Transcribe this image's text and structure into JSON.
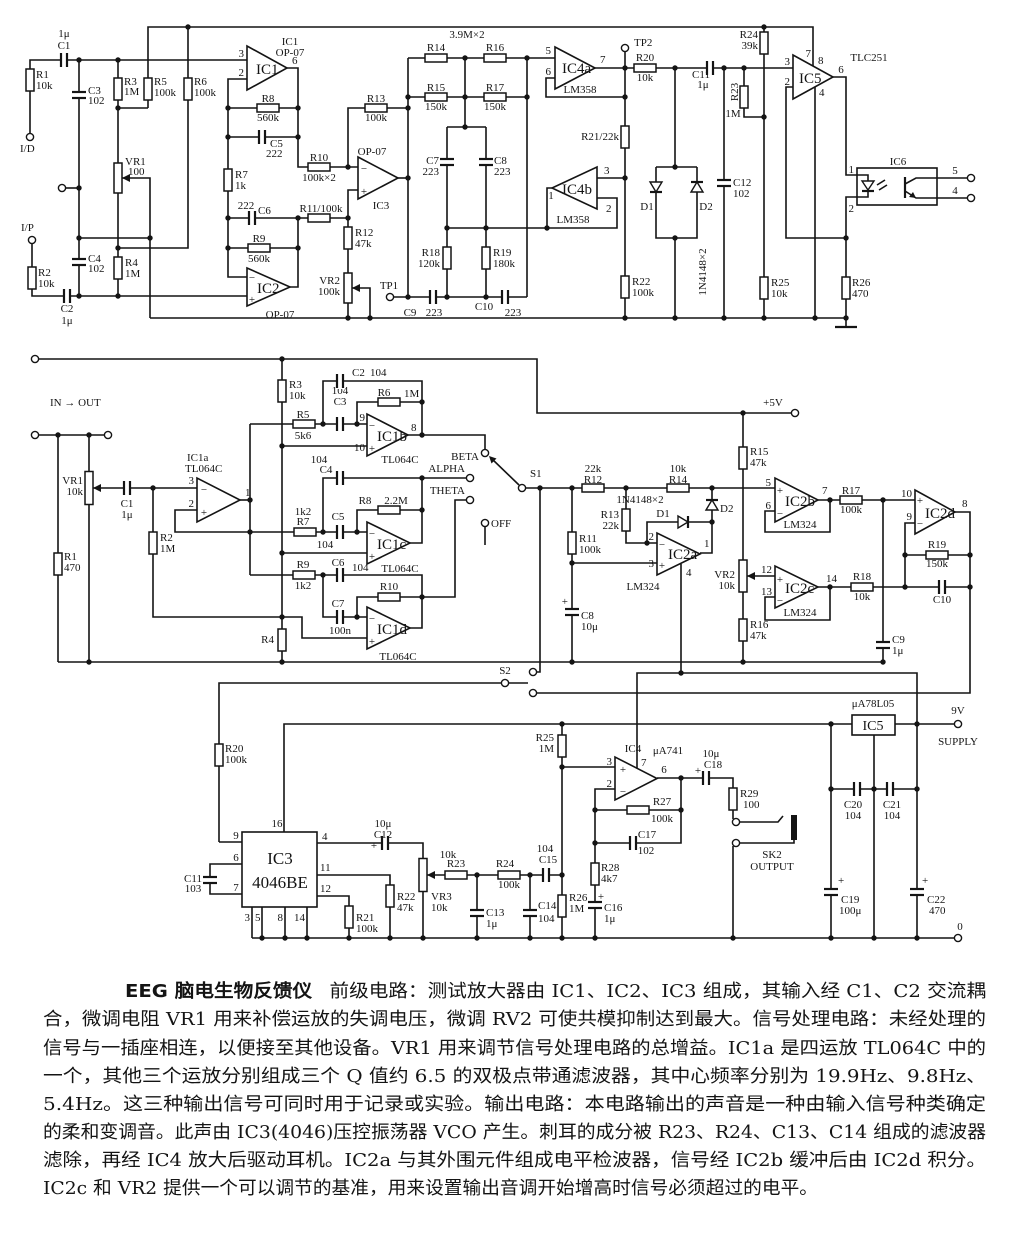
{
  "symbols": {
    "plus": "+",
    "minus": "−"
  },
  "preamp": {
    "terminals": {
      "id_input": "I/D",
      "ip_input": "I/P",
      "tp1": "TP1",
      "tp2": "TP2"
    },
    "R1": {
      "ref": "R1",
      "value": "10k"
    },
    "R2": {
      "ref": "R2",
      "value": "10k"
    },
    "R3": {
      "ref": "R3",
      "value": "1M"
    },
    "R4": {
      "ref": "R4",
      "value": "1M"
    },
    "R5": {
      "ref": "R5",
      "value": "100k"
    },
    "R6": {
      "ref": "R6",
      "value": "100k"
    },
    "R7": {
      "ref": "R7",
      "value": "1k"
    },
    "R8": {
      "ref": "R8",
      "value": "560k"
    },
    "R9": {
      "ref": "R9",
      "value": "560k"
    },
    "R10": {
      "ref": "R10",
      "value": "100k×2"
    },
    "R11": {
      "label": "R11/100k"
    },
    "R12": {
      "ref": "R12",
      "value": "47k"
    },
    "R13": {
      "ref": "R13",
      "value": "100k"
    },
    "R14": {
      "ref": "R14"
    },
    "R16": {
      "ref": "R16"
    },
    "R14_R16": {
      "value": "3.9M×2"
    },
    "R15": {
      "ref": "R15",
      "value": "150k"
    },
    "R17": {
      "ref": "R17",
      "value": "150k"
    },
    "R18": {
      "ref": "R18",
      "value": "120k"
    },
    "R19": {
      "ref": "R19",
      "value": "180k"
    },
    "R20": {
      "ref": "R20",
      "value": "10k"
    },
    "R21": {
      "label": "R21/22k"
    },
    "R22": {
      "ref": "R22",
      "value": "100k"
    },
    "R23": {
      "ref": "R23",
      "value": "1M"
    },
    "R24": {
      "ref": "R24",
      "value": "39k"
    },
    "R25": {
      "ref": "R25",
      "value": "10k"
    },
    "R26": {
      "ref": "R26",
      "value": "470"
    },
    "VR1": {
      "ref": "VR1",
      "value": "100"
    },
    "VR2": {
      "ref": "VR2",
      "value": "100k"
    },
    "C1": {
      "ref": "C1",
      "value": "1μ"
    },
    "C2": {
      "ref": "C2",
      "value": "1μ"
    },
    "C3": {
      "ref": "C3",
      "value": "102"
    },
    "C4": {
      "ref": "C4",
      "value": "102"
    },
    "C5": {
      "ref": "C5",
      "value": "222"
    },
    "C6": {
      "ref": "C6",
      "value": "222"
    },
    "C7": {
      "ref": "C7",
      "value": "223"
    },
    "C8": {
      "ref": "C8",
      "value": "223"
    },
    "C9": {
      "ref": "C9",
      "value": "223"
    },
    "C10": {
      "ref": "C10",
      "value": "223"
    },
    "C11": {
      "ref": "C11",
      "value": "1μ"
    },
    "C12": {
      "ref": "C12",
      "value": "102"
    },
    "D1": {
      "ref": "D1"
    },
    "D2": {
      "ref": "D2"
    },
    "D1_D2": {
      "value": "1N4148×2"
    },
    "IC1": {
      "ref": "IC1",
      "type": "OP-07",
      "pins": [
        "3",
        "2",
        "6"
      ]
    },
    "IC2": {
      "ref": "IC2",
      "type": "OP-07"
    },
    "IC3": {
      "ref": "IC3",
      "type": "OP-07"
    },
    "IC4a": {
      "ref": "IC4a",
      "type": "LM358",
      "pins": [
        "5",
        "6",
        "7"
      ]
    },
    "IC4b": {
      "ref": "IC4b",
      "type": "LM358",
      "pins": [
        "3",
        "2",
        "1"
      ]
    },
    "IC5": {
      "ref": "IC5",
      "type": "TLC251",
      "pins": [
        "3",
        "2",
        "7",
        "8",
        "6",
        "4"
      ]
    },
    "IC6": {
      "ref": "IC6",
      "pins": [
        "1",
        "2",
        "5",
        "4"
      ]
    }
  },
  "signal": {
    "in_out_label": "IN → OUT",
    "supply_5v": "+5V",
    "diodes_value": "1N4148×2",
    "switch_s1": {
      "ref": "S1",
      "beta": "BETA",
      "alpha": "ALPHA",
      "theta": "THETA",
      "off": "OFF"
    },
    "switch_s2": {
      "ref": "S2"
    },
    "VR1": {
      "ref": "VR1",
      "value": "10k"
    },
    "R1": {
      "ref": "R1",
      "value": "470"
    },
    "C1": {
      "ref": "C1",
      "value": "1μ"
    },
    "IC1a": {
      "ref": "IC1a",
      "type": "TL064C",
      "pins": [
        "3",
        "2",
        "1"
      ]
    },
    "R2": {
      "ref": "R2",
      "value": "1M"
    },
    "R3": {
      "ref": "R3",
      "value": "10k"
    },
    "R4": {
      "ref": "R4"
    },
    "R5": {
      "ref": "R5",
      "value": "5k6"
    },
    "C2": {
      "ref": "C2",
      "value": "104"
    },
    "C3": {
      "ref": "C3",
      "value": "104"
    },
    "R6": {
      "ref": "R6",
      "value": "1M"
    },
    "IC1b": {
      "ref": "IC1b",
      "type": "TL064C",
      "pins": [
        "9",
        "10",
        "8"
      ]
    },
    "C4": {
      "ref": "C4",
      "value": "104"
    },
    "R7": {
      "ref": "R7",
      "value": "1k2"
    },
    "C5": {
      "ref": "C5",
      "value": "104"
    },
    "R8": {
      "ref": "R8",
      "value": "2.2M"
    },
    "IC1c": {
      "ref": "IC1c",
      "type": "TL064C"
    },
    "R9": {
      "ref": "R9",
      "value": "1k2"
    },
    "C6": {
      "ref": "C6",
      "value": "104"
    },
    "C7": {
      "ref": "C7",
      "value": "100n"
    },
    "R10": {
      "ref": "R10"
    },
    "IC1d": {
      "ref": "IC1d",
      "type": "TL064C"
    },
    "R11": {
      "ref": "R11",
      "value": "100k"
    },
    "R12": {
      "ref": "R12",
      "value": "22k"
    },
    "R13": {
      "ref": "R13",
      "value": "22k"
    },
    "R14": {
      "ref": "R14",
      "value": "10k"
    },
    "C8": {
      "ref": "C8",
      "value": "10μ"
    },
    "D1": {
      "ref": "D1"
    },
    "D2": {
      "ref": "D2"
    },
    "IC2a": {
      "ref": "IC2a",
      "type": "LM324",
      "pins": [
        "2",
        "3",
        "1",
        "4"
      ]
    },
    "R15": {
      "ref": "R15",
      "value": "47k"
    },
    "VR2": {
      "ref": "VR2",
      "value": "10k"
    },
    "R16": {
      "ref": "R16",
      "value": "47k"
    },
    "IC2b": {
      "ref": "IC2b",
      "type": "LM324",
      "pins": [
        "5",
        "6",
        "7"
      ]
    },
    "IC2c": {
      "ref": "IC2c",
      "type": "LM324",
      "pins": [
        "12",
        "13",
        "14"
      ]
    },
    "IC2d": {
      "ref": "IC2d",
      "pins": [
        "10",
        "9",
        "8"
      ]
    },
    "R17": {
      "ref": "R17",
      "value": "100k"
    },
    "R18": {
      "ref": "R18",
      "value": "10k"
    },
    "R19": {
      "ref": "R19",
      "value": "150k"
    },
    "C9": {
      "ref": "C9",
      "value": "1μ"
    },
    "C10": {
      "ref": "C10"
    }
  },
  "output": {
    "supply": {
      "voltage": "9V",
      "label": "SUPPLY"
    },
    "ground_label": "0",
    "R20": {
      "ref": "R20",
      "value": "100k"
    },
    "IC3": {
      "ref": "IC3",
      "type": "4046BE",
      "pins": [
        "16",
        "9",
        "6",
        "7",
        "4",
        "11",
        "12",
        "3",
        "5",
        "8",
        "14"
      ]
    },
    "C11": {
      "ref": "C11",
      "value": "103"
    },
    "C12": {
      "ref": "C12",
      "value": "10μ"
    },
    "R21": {
      "ref": "R21",
      "value": "100k"
    },
    "R22": {
      "ref": "R22",
      "value": "47k"
    },
    "VR3": {
      "ref": "VR3",
      "value": "10k"
    },
    "R23": {
      "ref": "R23",
      "value": "10k"
    },
    "R24": {
      "ref": "R24",
      "value": "100k"
    },
    "C13": {
      "ref": "C13",
      "value": "1μ"
    },
    "C14": {
      "ref": "C14",
      "value": "104"
    },
    "C15": {
      "ref": "C15",
      "value": "104"
    },
    "R25": {
      "ref": "R25",
      "value": "1M"
    },
    "R26": {
      "ref": "R26",
      "value": "1M"
    },
    "IC4": {
      "ref": "IC4",
      "type": "μA741",
      "pins": [
        "3",
        "2",
        "7",
        "6"
      ]
    },
    "R27": {
      "ref": "R27",
      "value": "100k"
    },
    "C17": {
      "ref": "C17",
      "value": "102"
    },
    "R28": {
      "ref": "R28",
      "value": "4k7"
    },
    "C16": {
      "ref": "C16",
      "value": "1μ"
    },
    "C18": {
      "ref": "C18",
      "value": "10μ"
    },
    "R29": {
      "ref": "R29",
      "value": "100"
    },
    "SK2": {
      "ref": "SK2",
      "label": "OUTPUT"
    },
    "IC5": {
      "ref": "IC5",
      "type": "μA78L05"
    },
    "C19": {
      "ref": "C19",
      "value": "100μ"
    },
    "C20": {
      "ref": "C20",
      "value": "104"
    },
    "C21": {
      "ref": "C21",
      "value": "104"
    },
    "C22": {
      "ref": "C22",
      "value": "470"
    }
  },
  "description": {
    "title": "EEG 脑电生物反馈仪",
    "lines": [
      "前级电路：测试放大器由 IC1、IC2、IC3 组成，其输入经 C1、C2 交流耦",
      "合，微调电阻 VR1 用来补偿运放的失调电压，微调 RV2 可使共模抑制达到最大。信号处理电路：未经处理的",
      "信号与一插座相连，以便接至其他设备。VR1 用来调节信号处理电路的总增益。IC1a 是四运放 TL064C 中的",
      "一个，其他三个运放分别组成三个 Q 值约 6.5 的双极点带通滤波器，其中心频率分别为 19.9Hz、9.8Hz、",
      "5.4Hz。这三种输出信号可同时用于记录或实验。输出电路：本电路输出的声音是一种由输入信号种类确定",
      "的柔和变调音。此声由 IC3(4046)压控振荡器 VCO 产生。刺耳的成分被 R23、R24、C13、C14 组成的滤波器",
      "滤除，再经 IC4 放大后驱动耳机。IC2a 与其外围元件组成电平检波器，信号经 IC2b 缓冲后由 IC2d 积分。",
      "IC2c 和 VR2 提供一个可以调节的基准，用来设置输出音调开始增高时信号必须超过的电平。"
    ]
  }
}
